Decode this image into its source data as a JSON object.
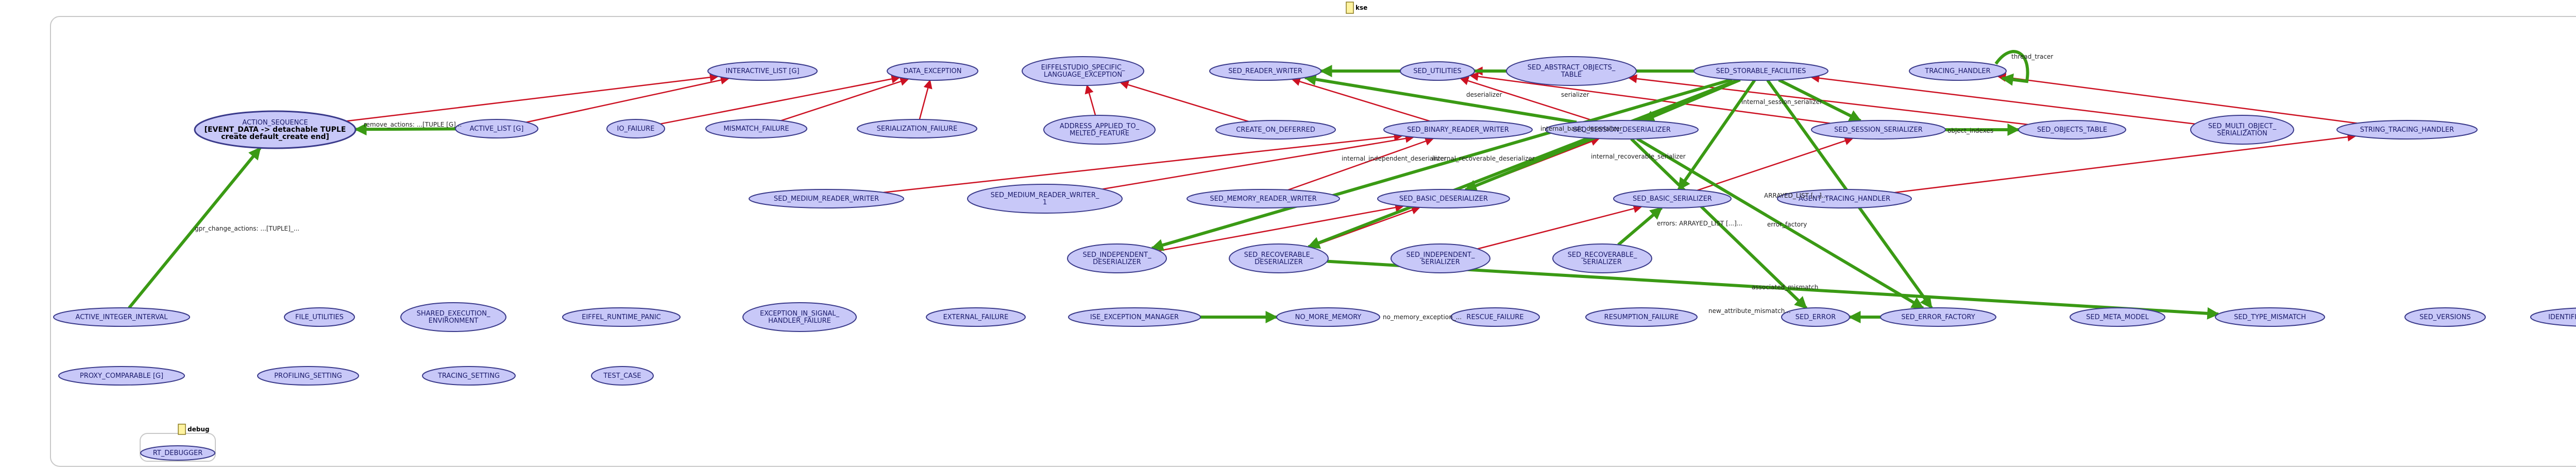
{
  "clusters": {
    "main": {
      "label": "kse"
    },
    "debug": {
      "label": "debug"
    }
  },
  "nodes": [
    {
      "id": "action_sequence",
      "lines": [
        "ACTION_SEQUENCE",
        "[EVENT_DATA -> detachable TUPLE",
        "create default_create end]"
      ]
    },
    {
      "id": "interactive_list",
      "lines": [
        "INTERACTIVE_LIST [G]"
      ]
    },
    {
      "id": "data_exception",
      "lines": [
        "DATA_EXCEPTION"
      ]
    },
    {
      "id": "eiffel_specific",
      "lines": [
        "EIFFELSTUDIO_SPECIFIC_",
        "LANGUAGE_EXCEPTION"
      ]
    },
    {
      "id": "sed_reader_writer",
      "lines": [
        "SED_READER_WRITER"
      ]
    },
    {
      "id": "sed_utilities",
      "lines": [
        "SED_UTILITIES"
      ]
    },
    {
      "id": "sed_abstract_objects_table",
      "lines": [
        "SED_ABSTRACT_OBJECTS_",
        "TABLE"
      ]
    },
    {
      "id": "sed_storable_facilities",
      "lines": [
        "SED_STORABLE_FACILITIES"
      ]
    },
    {
      "id": "tracing_handler",
      "lines": [
        "TRACING_HANDLER"
      ]
    },
    {
      "id": "active_list",
      "lines": [
        "ACTIVE_LIST [G]"
      ]
    },
    {
      "id": "io_failure",
      "lines": [
        "IO_FAILURE"
      ]
    },
    {
      "id": "mismatch_failure",
      "lines": [
        "MISMATCH_FAILURE"
      ]
    },
    {
      "id": "serialization_failure",
      "lines": [
        "SERIALIZATION_FAILURE"
      ]
    },
    {
      "id": "address_applied",
      "lines": [
        "ADDRESS_APPLIED_TO_",
        "MELTED_FEATURE"
      ]
    },
    {
      "id": "create_on_deferred",
      "lines": [
        "CREATE_ON_DEFERRED"
      ]
    },
    {
      "id": "sed_binary_reader_writer",
      "lines": [
        "SED_BINARY_READER_WRITER"
      ]
    },
    {
      "id": "sed_session_deserializer",
      "lines": [
        "SED_SESSION_DESERIALIZER"
      ]
    },
    {
      "id": "sed_session_serializer",
      "lines": [
        "SED_SESSION_SERIALIZER"
      ]
    },
    {
      "id": "sed_objects_table",
      "lines": [
        "SED_OBJECTS_TABLE"
      ]
    },
    {
      "id": "sed_multi_object_serialization",
      "lines": [
        "SED_MULTI_OBJECT_",
        "SERIALIZATION"
      ]
    },
    {
      "id": "string_tracing_handler",
      "lines": [
        "STRING_TRACING_HANDLER"
      ]
    },
    {
      "id": "sed_medium_reader_writer",
      "lines": [
        "SED_MEDIUM_READER_WRITER"
      ]
    },
    {
      "id": "sed_medium_reader_writer_1",
      "lines": [
        "SED_MEDIUM_READER_WRITER_",
        "1"
      ]
    },
    {
      "id": "sed_memory_reader_writer",
      "lines": [
        "SED_MEMORY_READER_WRITER"
      ]
    },
    {
      "id": "sed_basic_deserializer",
      "lines": [
        "SED_BASIC_DESERIALIZER"
      ]
    },
    {
      "id": "sed_basic_serializer",
      "lines": [
        "SED_BASIC_SERIALIZER"
      ]
    },
    {
      "id": "agent_tracing_handler",
      "lines": [
        "AGENT_TRACING_HANDLER"
      ]
    },
    {
      "id": "sed_independent_deserializer",
      "lines": [
        "SED_INDEPENDENT_",
        "DESERIALIZER"
      ]
    },
    {
      "id": "sed_recoverable_deserializer",
      "lines": [
        "SED_RECOVERABLE_",
        "DESERIALIZER"
      ]
    },
    {
      "id": "sed_independent_serializer",
      "lines": [
        "SED_INDEPENDENT_",
        "SERIALIZER"
      ]
    },
    {
      "id": "sed_recoverable_serializer",
      "lines": [
        "SED_RECOVERABLE_",
        "SERIALIZER"
      ]
    },
    {
      "id": "active_integer_interval",
      "lines": [
        "ACTIVE_INTEGER_INTERVAL"
      ]
    },
    {
      "id": "file_utilities",
      "lines": [
        "FILE_UTILITIES"
      ]
    },
    {
      "id": "shared_execution_environment",
      "lines": [
        "SHARED_EXECUTION_",
        "ENVIRONMENT"
      ]
    },
    {
      "id": "eiffel_runtime_panic",
      "lines": [
        "EIFFEL_RUNTIME_PANIC"
      ]
    },
    {
      "id": "exception_in_signal_handler",
      "lines": [
        "EXCEPTION_IN_SIGNAL_",
        "HANDLER_FAILURE"
      ]
    },
    {
      "id": "external_failure",
      "lines": [
        "EXTERNAL_FAILURE"
      ]
    },
    {
      "id": "ise_exception_manager",
      "lines": [
        "ISE_EXCEPTION_MANAGER"
      ]
    },
    {
      "id": "no_more_memory",
      "lines": [
        "NO_MORE_MEMORY"
      ]
    },
    {
      "id": "rescue_failure",
      "lines": [
        "RESCUE_FAILURE"
      ]
    },
    {
      "id": "resumption_failure",
      "lines": [
        "RESUMPTION_FAILURE"
      ]
    },
    {
      "id": "sed_error",
      "lines": [
        "SED_ERROR"
      ]
    },
    {
      "id": "sed_error_factory",
      "lines": [
        "SED_ERROR_FACTORY"
      ]
    },
    {
      "id": "sed_meta_model",
      "lines": [
        "SED_META_MODEL"
      ]
    },
    {
      "id": "sed_type_mismatch",
      "lines": [
        "SED_TYPE_MISMATCH"
      ]
    },
    {
      "id": "sed_versions",
      "lines": [
        "SED_VERSIONS"
      ]
    },
    {
      "id": "identified_controller",
      "lines": [
        "IDENTIFIED_CONTROLLER"
      ]
    },
    {
      "id": "proxy_comparable",
      "lines": [
        "PROXY_COMPARABLE [G]"
      ]
    },
    {
      "id": "profiling_setting",
      "lines": [
        "PROFILING_SETTING"
      ]
    },
    {
      "id": "tracing_setting",
      "lines": [
        "TRACING_SETTING"
      ]
    },
    {
      "id": "test_case",
      "lines": [
        "TEST_CASE"
      ]
    },
    {
      "id": "rt_debugger",
      "lines": [
        "RT_DEBUGGER"
      ]
    }
  ],
  "edge_labels": [
    {
      "id": "lbl_remove_actions",
      "text": "remove_actions: ...[TUPLE [G]..."
    },
    {
      "id": "lbl_gpr_change",
      "text": "gpr_change_actions: ...[TUPLE]_..."
    },
    {
      "id": "lbl_thread_tracer",
      "text": "thread_tracer"
    },
    {
      "id": "lbl_deserializer",
      "text": "deserializer"
    },
    {
      "id": "lbl_serializer",
      "text": "serializer"
    },
    {
      "id": "lbl_internal_session_serializer",
      "text": "internal_session_serializer"
    },
    {
      "id": "lbl_internal_basic_deserializer",
      "text": "internal_basic_deserializer"
    },
    {
      "id": "lbl_object_indexes",
      "text": "object_indexes"
    },
    {
      "id": "lbl_internal_independent_deserializer",
      "text": "internal_independent_deserializer"
    },
    {
      "id": "lbl_internal_recoverable_deserializer",
      "text": "internal_recoverable_deserializer"
    },
    {
      "id": "lbl_internal_recoverable_serializer",
      "text": "internal_recoverable_serializer"
    },
    {
      "id": "lbl_error_arrayed",
      "text": "errors: ARRAYED_LIST [...]..."
    },
    {
      "id": "lbl_arrayed_list",
      "text": "ARRAYED_LIST [...]..."
    },
    {
      "id": "lbl_error_factory",
      "text": "error_factory"
    },
    {
      "id": "lbl_associated_mismatch",
      "text": "associated_mismatch"
    },
    {
      "id": "lbl_new_attribute_mismatch",
      "text": "new_attribute_mismatch..."
    },
    {
      "id": "lbl_no_memory_exception",
      "text": "no_memory_exception_..."
    }
  ]
}
